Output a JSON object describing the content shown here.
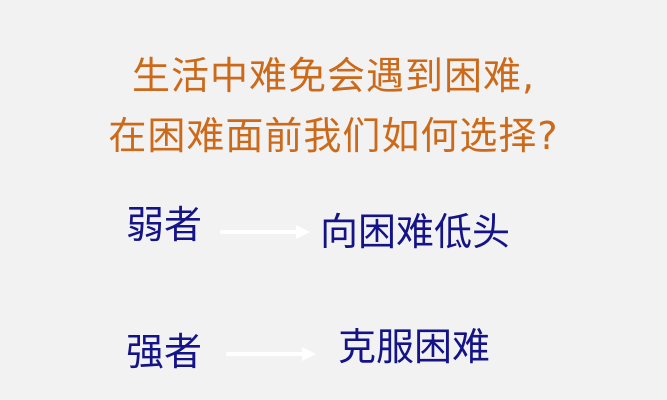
{
  "title": {
    "line1": "生活中难免会遇到困难,",
    "line2": "在困难面前我们如何选择?"
  },
  "comparisons": [
    {
      "subject": "弱者",
      "choice": "向困难低头"
    },
    {
      "subject": "强者",
      "choice": "克服困难"
    }
  ],
  "colors": {
    "background": "#f2f2f2",
    "title": "#cc6a1a",
    "body_text": "#141488",
    "arrow": "#ffffff"
  },
  "icons": [
    "right-arrow-icon",
    "right-arrow-icon"
  ]
}
